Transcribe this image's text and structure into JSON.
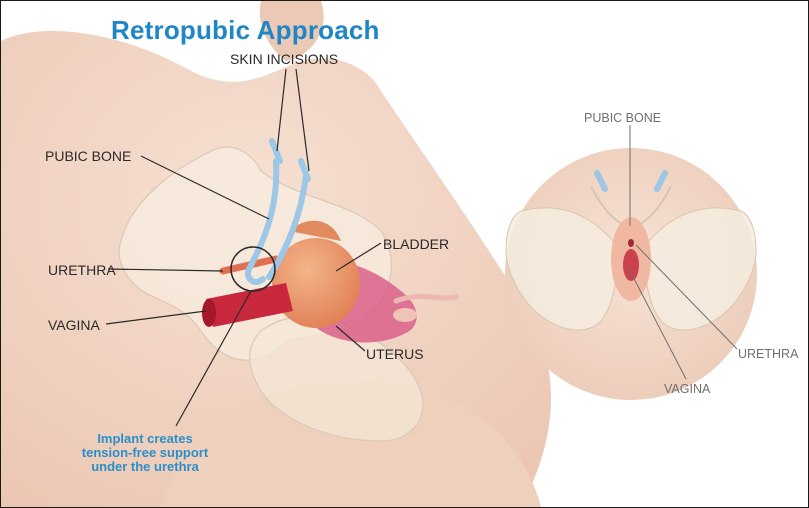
{
  "title": "Retropubic Approach",
  "labels": {
    "skin_incisions": "SKIN INCISIONS",
    "pubic_bone": "PUBIC BONE",
    "urethra": "URETHRA",
    "vagina": "VAGINA",
    "bladder": "BLADDER",
    "uterus": "UTERUS"
  },
  "caption": [
    "Implant creates",
    "tension-free support",
    "under the urethra"
  ],
  "front_view_labels": {
    "pubic_bone": "PUBIC BONE",
    "urethra": "URETHRA",
    "vagina": "VAGINA"
  },
  "colors": {
    "title": "#1f86c8",
    "caption": "#2b8fc8",
    "skin": "#f3d7c6",
    "bladder": "#e9956a",
    "uterus": "#d9608a",
    "vagina": "#c8283c",
    "sling": "#9cc7e6"
  }
}
